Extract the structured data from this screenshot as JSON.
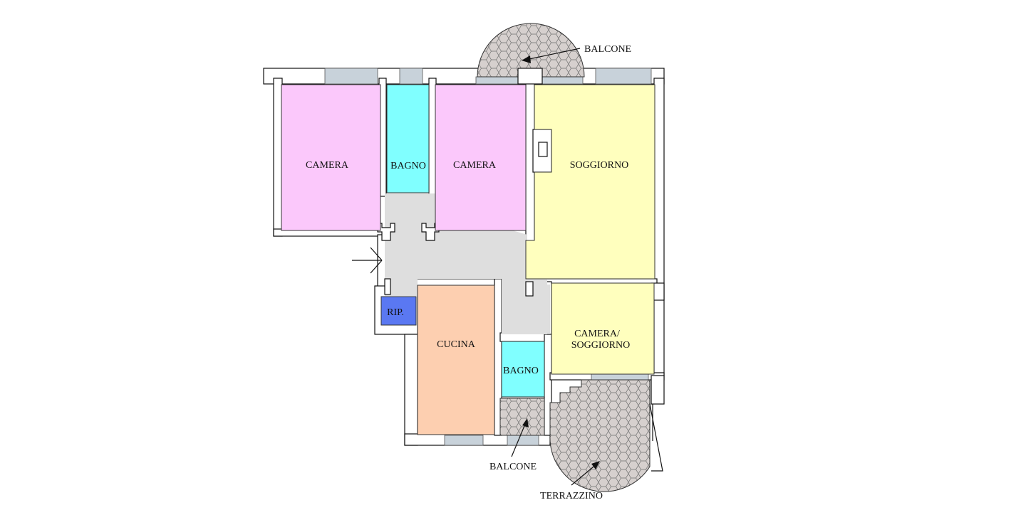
{
  "colors": {
    "bedroom": "#fbc8fb",
    "bathroom": "#80ffff",
    "living": "#ffffbe",
    "kitchen": "#fdcfb0",
    "storage": "#5a78f2",
    "corridor": "#dedede",
    "paving": "#d6d0ce",
    "window": "#c8d2da"
  },
  "rooms": {
    "camera_1": "CAMERA",
    "bagno_1": "BAGNO",
    "camera_2": "CAMERA",
    "soggiorno": "SOGGIORNO",
    "ripostiglio": "RIP.",
    "cucina": "CUCINA",
    "camera_soggiorno_line1": "CAMERA/",
    "camera_soggiorno_line2": "SOGGIORNO",
    "bagno_2": "BAGNO"
  },
  "callouts": {
    "balcone_top": "BALCONE",
    "balcone_bottom": "BALCONE",
    "terrazzino": "TERRAZZINO"
  }
}
